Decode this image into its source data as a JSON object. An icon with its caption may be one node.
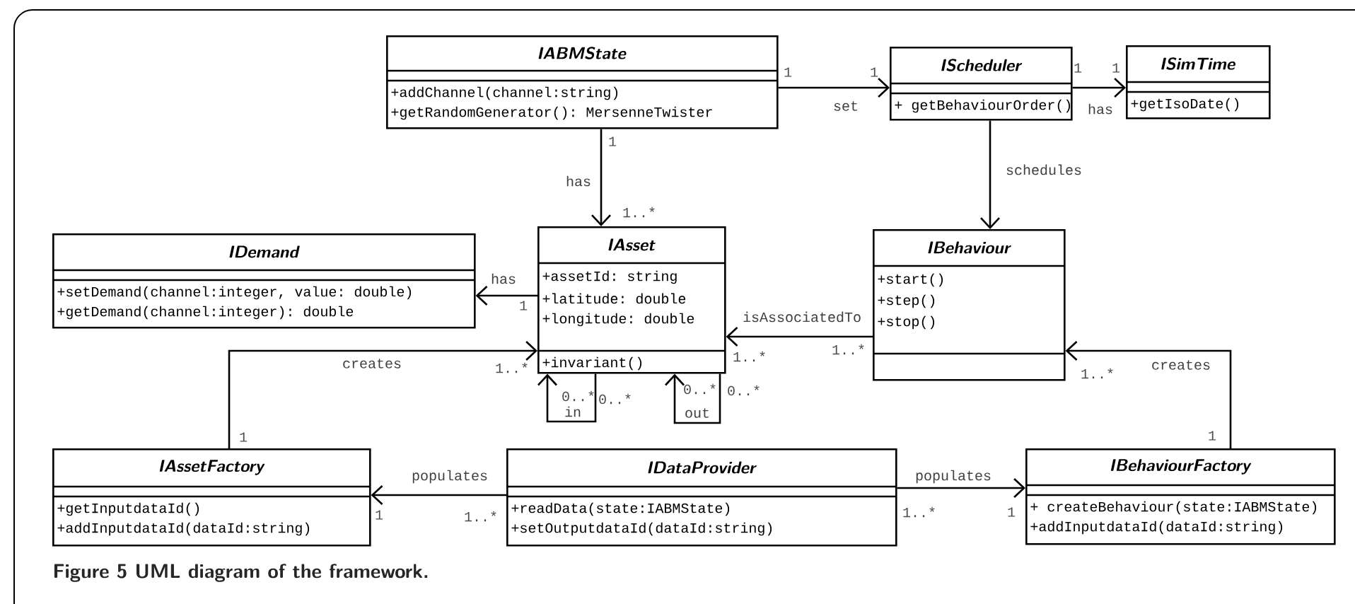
{
  "diagram": {
    "caption": "Figure 5 UML diagram of the framework.",
    "nodes": [
      {
        "text": [
          "IABMState",
          "+addChannel(channel:string)",
          "+getRandomGenerator(): MersenneTwister"
        ]
      },
      {
        "text": [
          "IScheduler",
          "+ getBehaviourOrder()"
        ]
      },
      {
        "text": [
          "ISimTime",
          "+getIsoDate()"
        ]
      },
      {
        "text": [
          "IDemand",
          "+setDemand(channel:integer, value: double)",
          "+getDemand(channel:integer): double"
        ]
      },
      {
        "text": [
          "IAsset",
          "+assetId: string",
          "+latitude: double",
          "+longitude: double",
          "+invariant()"
        ]
      },
      {
        "text": [
          "IBehaviour",
          "+start()",
          "+step()",
          "+stop()"
        ]
      },
      {
        "text": [
          "IAssetFactory",
          "+getInputdataId()",
          "+addInputdataId(dataId:string)"
        ]
      },
      {
        "text": [
          "IDataProvider",
          "+readData(state:IABMState)",
          "+setOutputdataId(dataId:string)"
        ]
      },
      {
        "text": [
          "IBehaviourFactory",
          "+ createBehaviour(state:IABMState)",
          "+addInputdataId(dataId:string)"
        ]
      }
    ],
    "edges": [
      {
        "from": 0,
        "to": 1,
        "arrow": "to",
        "label": "set"
      },
      {
        "from": 1,
        "to": 2,
        "arrow": "to",
        "label": "has"
      },
      {
        "from": 0,
        "to": 4,
        "arrow": "to",
        "label": "has"
      },
      {
        "from": 4,
        "to": 3,
        "arrow": "to",
        "label": "has"
      },
      {
        "from": 1,
        "to": 5,
        "arrow": "to",
        "label": "schedules"
      },
      {
        "from": 5,
        "to": 4,
        "arrow": "to",
        "label": "isAssociatedTo"
      },
      {
        "from": 6,
        "to": 4,
        "arrow": "to",
        "label": "creates"
      },
      {
        "from": 8,
        "to": 5,
        "arrow": "to",
        "label": "creates"
      },
      {
        "from": 7,
        "to": 6,
        "arrow": "to",
        "label": "populates"
      },
      {
        "from": 7,
        "to": 8,
        "arrow": "to",
        "label": "populates"
      },
      {
        "from": 4,
        "to": 4,
        "arrow": "to",
        "label": "in"
      },
      {
        "from": 4,
        "to": 4,
        "arrow": "to",
        "label": "out"
      }
    ],
    "labels": [
      "1",
      "1",
      "1",
      "1",
      "1",
      "1..*",
      "1",
      "1..*",
      "1..*",
      "1..*",
      "1..*",
      "0..*",
      "0..*",
      "0..*",
      "0..*",
      "1",
      "1",
      "1",
      "1..*",
      "1..*",
      "1"
    ]
  }
}
